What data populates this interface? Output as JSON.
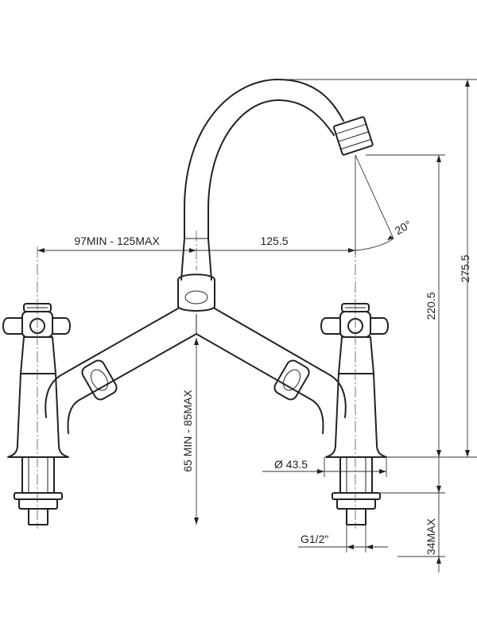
{
  "dimensions": {
    "span_width": "97MIN - 125MAX",
    "reach": "125.5",
    "angle": "20°",
    "spout_outlet_height": "220.5",
    "overall_height": "275.5",
    "deck_thickness": "65 MIN - 85MAX",
    "base_diameter": "Ø 43.5",
    "thread": "G1/2\"",
    "shank_length": "34MAX"
  }
}
